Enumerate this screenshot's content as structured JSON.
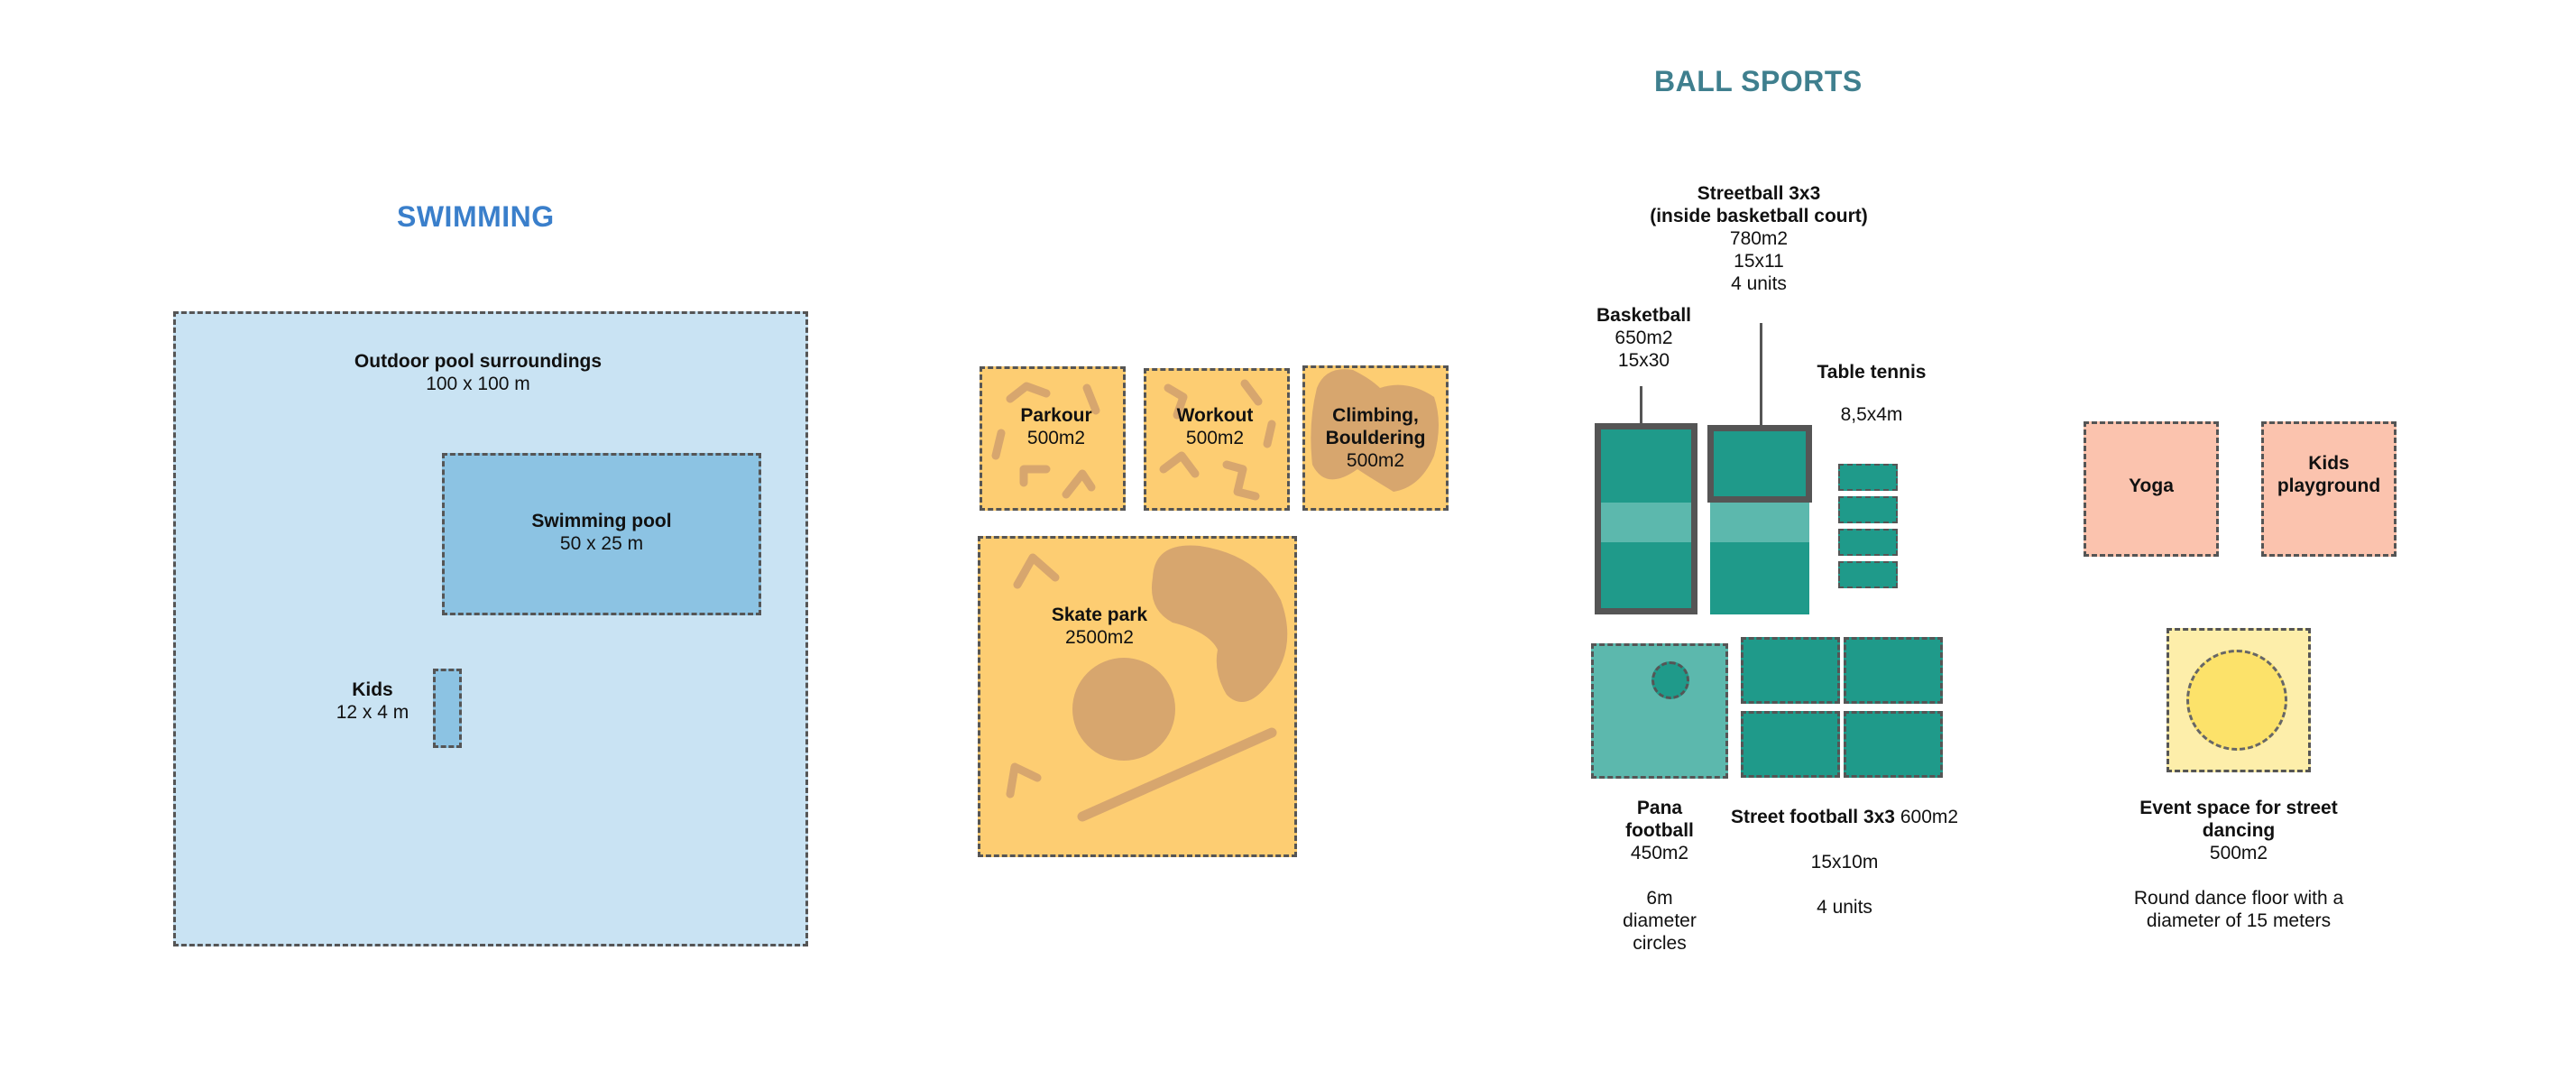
{
  "colors": {
    "swimming_heading": "#3a7fcb",
    "ball_heading": "#3f7f8e",
    "outdoor_area": "#c9e3f3",
    "pool": "#8cc3e3",
    "sand": "#fdcd72",
    "sand_shape": "#d7a66e",
    "court": "#1f9a8a",
    "court_light": "#5cb8ad",
    "court_border": "#555555",
    "salmon": "#fbc3ae",
    "dance_bg": "#fdeeaa",
    "dance_floor": "#fce26a"
  },
  "headings": {
    "swimming": "SWIMMING",
    "ball_sports": "BALL SPORTS"
  },
  "swimming": {
    "outdoor": {
      "label": "Outdoor pool surroundings",
      "size": "100 x 100 m"
    },
    "pool": {
      "label": "Swimming pool",
      "size": "50 x 25 m"
    },
    "kids": {
      "label": "Kids",
      "size": "12 x 4 m"
    }
  },
  "action": {
    "parkour": {
      "label": "Parkour",
      "area": "500m2"
    },
    "workout": {
      "label": "Workout",
      "area": "500m2"
    },
    "climbing": {
      "label_line1": "Climbing,",
      "label_line2": "Bouldering",
      "area": "500m2"
    },
    "skate": {
      "label": "Skate park",
      "area": "2500m2"
    }
  },
  "ball": {
    "streetball": {
      "label_line1": "Streetball 3x3",
      "label_line2": "(inside basketball court)",
      "area": "780m2",
      "dims": "15x11",
      "units": "4 units"
    },
    "basketball": {
      "label": "Basketball",
      "area": "650m2",
      "dims": "15x30"
    },
    "table_tennis": {
      "label": "Table tennis",
      "dims": "8,5x4m"
    },
    "pana": {
      "label_line1": "Pana",
      "label_line2": "football",
      "area": "450m2",
      "note_line1": "6m",
      "note_line2": "diameter",
      "note_line3": "circles"
    },
    "street_football": {
      "label": "Street football 3x3",
      "area": "600m2",
      "dims": "15x10m",
      "units": "4 units"
    }
  },
  "other": {
    "yoga": {
      "label": "Yoga"
    },
    "kids_playground": {
      "label_line1": "Kids",
      "label_line2": "playground"
    },
    "event": {
      "label_line1": "Event space for street",
      "label_line2": "dancing",
      "area": "500m2",
      "note_line1": "Round dance floor with a",
      "note_line2": "diameter of 15 meters"
    }
  }
}
